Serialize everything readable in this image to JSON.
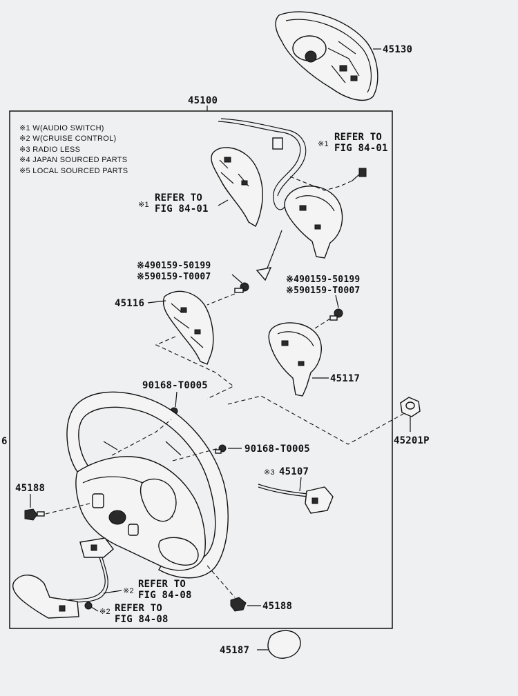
{
  "legend": [
    "※1 W(AUDIO SWITCH)",
    "※2 W(CRUISE CONTROL)",
    "※3 RADIO LESS",
    "※4 JAPAN SOURCED PARTS",
    "※5 LOCAL SOURCED PARTS"
  ],
  "parts": {
    "p45130": "45130",
    "p45100": "45100",
    "p45116": "45116",
    "p45117": "45117",
    "p45201P": "45201P",
    "p45107": "45107",
    "p45107_mark": "※3",
    "p45188a": "45188",
    "p45188b": "45188",
    "p45187": "45187",
    "p90168a": "90168-T0005",
    "p90168b": "90168-T0005",
    "side_mark": "6"
  },
  "refs": {
    "ref_top_right_mark": "※1",
    "ref_top_right_l1": "REFER TO",
    "ref_top_right_l2": "FIG 84-01",
    "ref_mid_left_mark": "※1",
    "ref_mid_left_l1": "REFER TO",
    "ref_mid_left_l2": "FIG 84-01",
    "ref_bot_1_mark": "※2",
    "ref_bot_1_l1": "REFER TO",
    "ref_bot_1_l2": "FIG 84-08",
    "ref_bot_2_mark": "※2",
    "ref_bot_2_l1": "REFER TO",
    "ref_bot_2_l2": "FIG 84-08"
  },
  "screws": {
    "left_4": "※490159-50199",
    "left_5": "※590159-T0007",
    "right_4": "※490159-50199",
    "right_5": "※590159-T0007"
  },
  "colors": {
    "background": "#eef0f1",
    "ink": "#111111"
  }
}
